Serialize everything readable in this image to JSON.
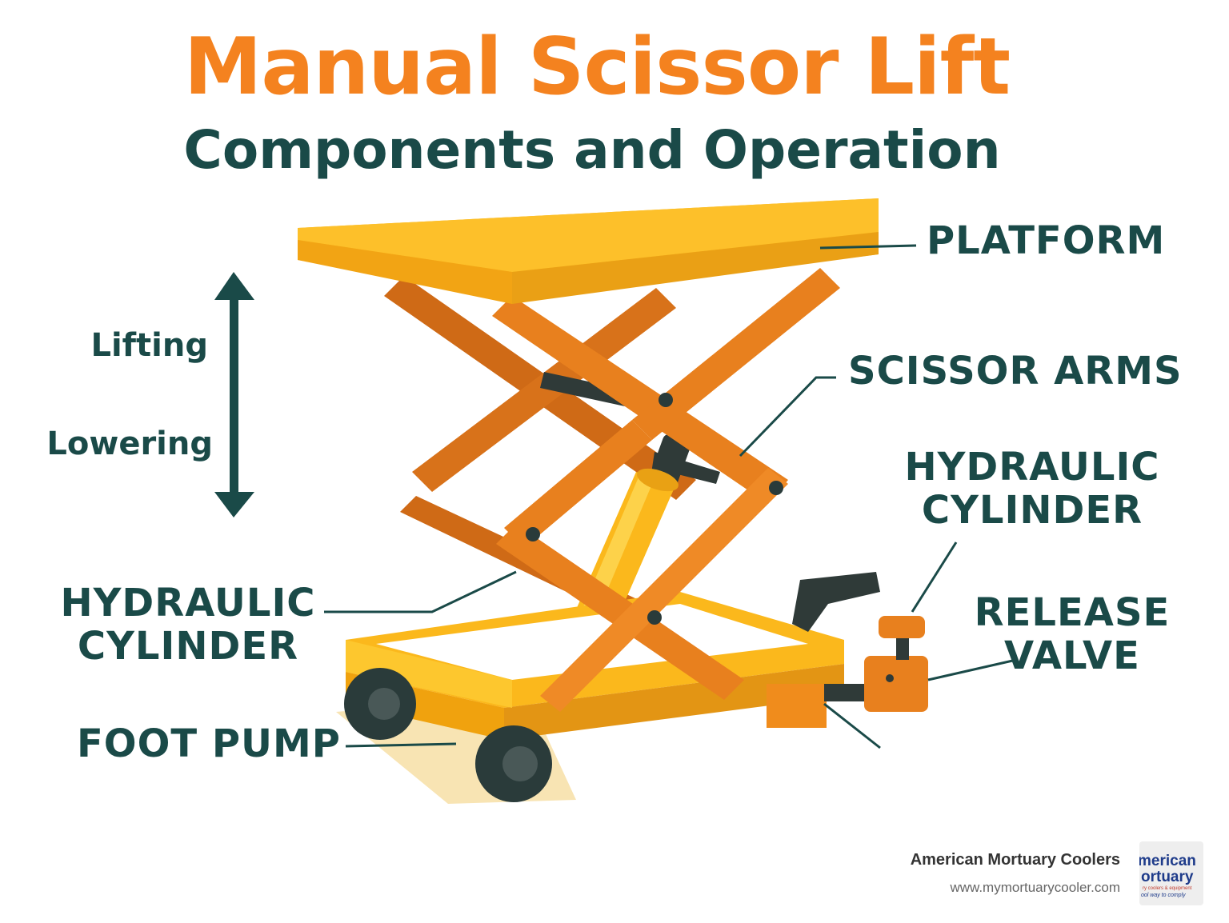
{
  "title": "Manual Scissor Lift",
  "subtitle": "Components and Operation",
  "motion": {
    "up_label": "Lifting",
    "down_label": "Lowering"
  },
  "components": {
    "platform": "PLATFORM",
    "scissor_arms": "SCISSOR ARMS",
    "hydraulic_cylinder_right": [
      "HYDRAULIC",
      "CYLINDER"
    ],
    "release_valve": [
      "RELEASE",
      "VALVE"
    ],
    "hydraulic_cylinder_left": [
      "HYDRAULIC",
      "CYLINDER"
    ],
    "foot_pump": "FOOT PUMP"
  },
  "brand": {
    "name": "American Mortuary Coolers",
    "url": "www.mymortuarycooler.com",
    "logo_line1": "merican",
    "logo_line2": "ortuary",
    "logo_line3": "ry coolers & equipment",
    "logo_line4": "ool way to comply"
  },
  "colors": {
    "title": "#f4821f",
    "text": "#1a4a48",
    "platform": "#fbb81c",
    "arms": "#e8801e",
    "dark": "#2a3b3a"
  }
}
